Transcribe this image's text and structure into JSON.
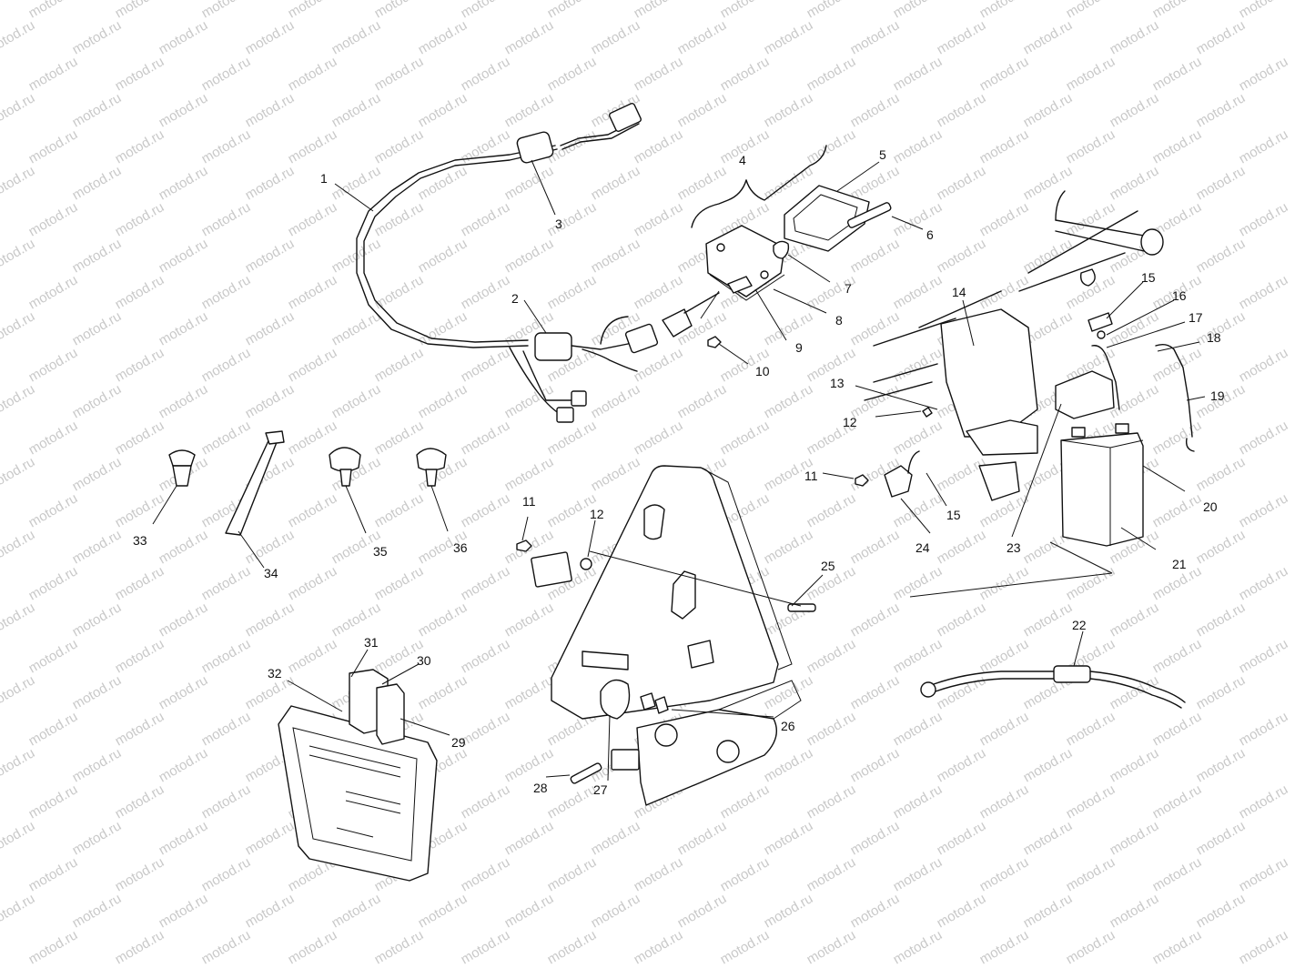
{
  "watermark": "motod.ru",
  "callouts": [
    {
      "id": "c1",
      "label": "1"
    },
    {
      "id": "c2",
      "label": "2"
    },
    {
      "id": "c3",
      "label": "3"
    },
    {
      "id": "c4",
      "label": "4"
    },
    {
      "id": "c5",
      "label": "5"
    },
    {
      "id": "c6",
      "label": "6"
    },
    {
      "id": "c7",
      "label": "7"
    },
    {
      "id": "c8",
      "label": "8"
    },
    {
      "id": "c9",
      "label": "9"
    },
    {
      "id": "c10",
      "label": "10"
    },
    {
      "id": "c11a",
      "label": "11"
    },
    {
      "id": "c11b",
      "label": "11"
    },
    {
      "id": "c12a",
      "label": "12"
    },
    {
      "id": "c12b",
      "label": "12"
    },
    {
      "id": "c13",
      "label": "13"
    },
    {
      "id": "c14",
      "label": "14"
    },
    {
      "id": "c15a",
      "label": "15"
    },
    {
      "id": "c15b",
      "label": "15"
    },
    {
      "id": "c16",
      "label": "16"
    },
    {
      "id": "c17",
      "label": "17"
    },
    {
      "id": "c18",
      "label": "18"
    },
    {
      "id": "c19",
      "label": "19"
    },
    {
      "id": "c20",
      "label": "20"
    },
    {
      "id": "c21",
      "label": "21"
    },
    {
      "id": "c22",
      "label": "22"
    },
    {
      "id": "c23",
      "label": "23"
    },
    {
      "id": "c24",
      "label": "24"
    },
    {
      "id": "c25",
      "label": "25"
    },
    {
      "id": "c26",
      "label": "26"
    },
    {
      "id": "c27",
      "label": "27"
    },
    {
      "id": "c28",
      "label": "28"
    },
    {
      "id": "c29",
      "label": "29"
    },
    {
      "id": "c30",
      "label": "30"
    },
    {
      "id": "c31",
      "label": "31"
    },
    {
      "id": "c32",
      "label": "32"
    },
    {
      "id": "c33",
      "label": "33"
    },
    {
      "id": "c34",
      "label": "34"
    },
    {
      "id": "c35",
      "label": "35"
    },
    {
      "id": "c36",
      "label": "36"
    }
  ]
}
